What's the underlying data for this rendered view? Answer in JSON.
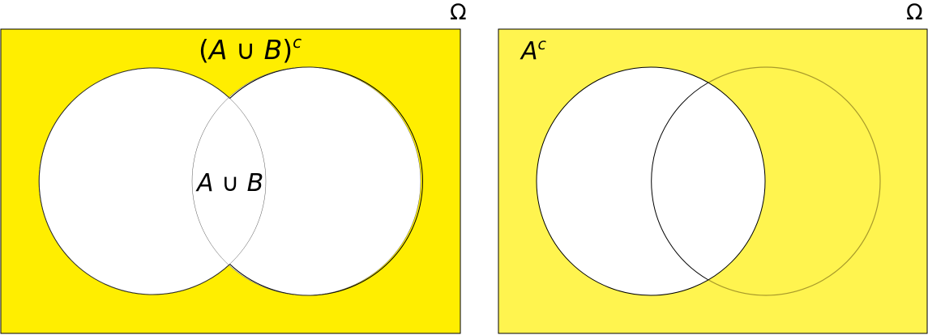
{
  "colors": {
    "left_fill": "#ffee00",
    "right_fill": "#fff44f",
    "circle_fill": "#ffffff",
    "outline": "#000000",
    "faded_outline": "#a89a2a"
  },
  "left_diagram": {
    "universe_label": "Ω",
    "complement_label": {
      "open": "(",
      "set_a": "A",
      "union": " ∪ ",
      "set_b": "B",
      "close": ")",
      "superscript": "c"
    },
    "union_label": {
      "set_a": "A",
      "union": " ∪ ",
      "set_b": "B"
    }
  },
  "right_diagram": {
    "universe_label": "Ω",
    "complement_label": {
      "set_a": "A",
      "superscript": "c"
    }
  }
}
